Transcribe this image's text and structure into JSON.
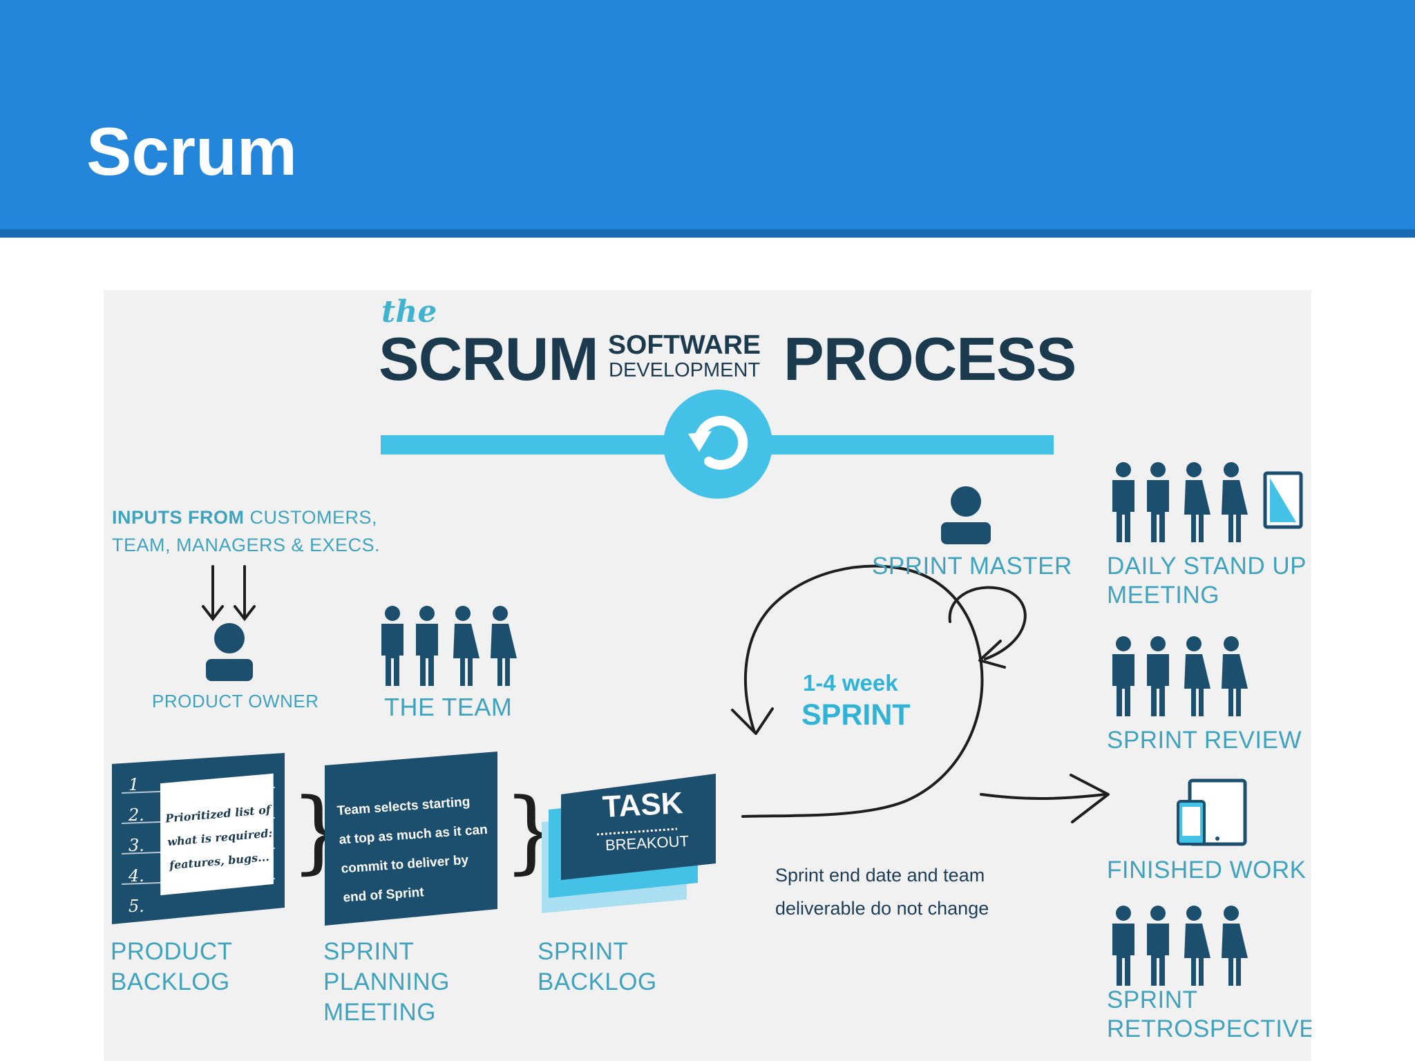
{
  "slide": {
    "title": "Scrum"
  },
  "diagram": {
    "header": {
      "the": "the",
      "scrum": "SCRUM",
      "software": "SOFTWARE",
      "development": "DEVELOPMENT",
      "process": "PROCESS"
    },
    "inputs": {
      "bold": "INPUTS FROM",
      "line1_rest": "CUSTOMERS,",
      "line2": "TEAM, MANAGERS & EXECS."
    },
    "product_owner": "PRODUCT OWNER",
    "the_team": "THE TEAM",
    "backlog_numbers": [
      "1",
      "2.",
      "3.",
      "4.",
      "5."
    ],
    "backlog_note": [
      "Prioritized list of",
      "what is required:",
      "features, bugs..."
    ],
    "planning_note": [
      "Team selects starting",
      "at top as much as it can",
      "commit to deliver by",
      "end of Sprint"
    ],
    "task": {
      "title": "TASK",
      "subtitle": "BREAKOUT"
    },
    "sprint": {
      "duration": "1-4 week",
      "label": "SPRINT"
    },
    "sprint_master": "SPRINT MASTER",
    "sprint_note": [
      "Sprint end date and team",
      "deliverable do not change"
    ],
    "bottom_labels": {
      "product_backlog": [
        "PRODUCT",
        "BACKLOG"
      ],
      "sprint_planning": [
        "SPRINT",
        "PLANNING",
        "MEETING"
      ],
      "sprint_backlog": [
        "SPRINT",
        "BACKLOG"
      ]
    },
    "right_column": {
      "daily_standup": [
        "DAILY STAND UP",
        "MEETING"
      ],
      "sprint_review": "SPRINT REVIEW",
      "finished_work": "FINISHED WORK",
      "sprint_retrospective": [
        "SPRINT",
        "RETROSPECTIVE"
      ]
    },
    "icons": {
      "refresh": "refresh-cycle-icon",
      "person": "person-icon",
      "team": "team-people-icon",
      "devices": "devices-icon",
      "tablet": "tablet-icon",
      "down_arrow": "down-arrow-icon",
      "right_arrow": "right-arrow-icon"
    },
    "colors": {
      "header_blue": "#2386db",
      "navy": "#1c4e6e",
      "teal": "#3fa3bd",
      "cyan": "#44c1e6",
      "panel": "#f1f1f2"
    }
  }
}
